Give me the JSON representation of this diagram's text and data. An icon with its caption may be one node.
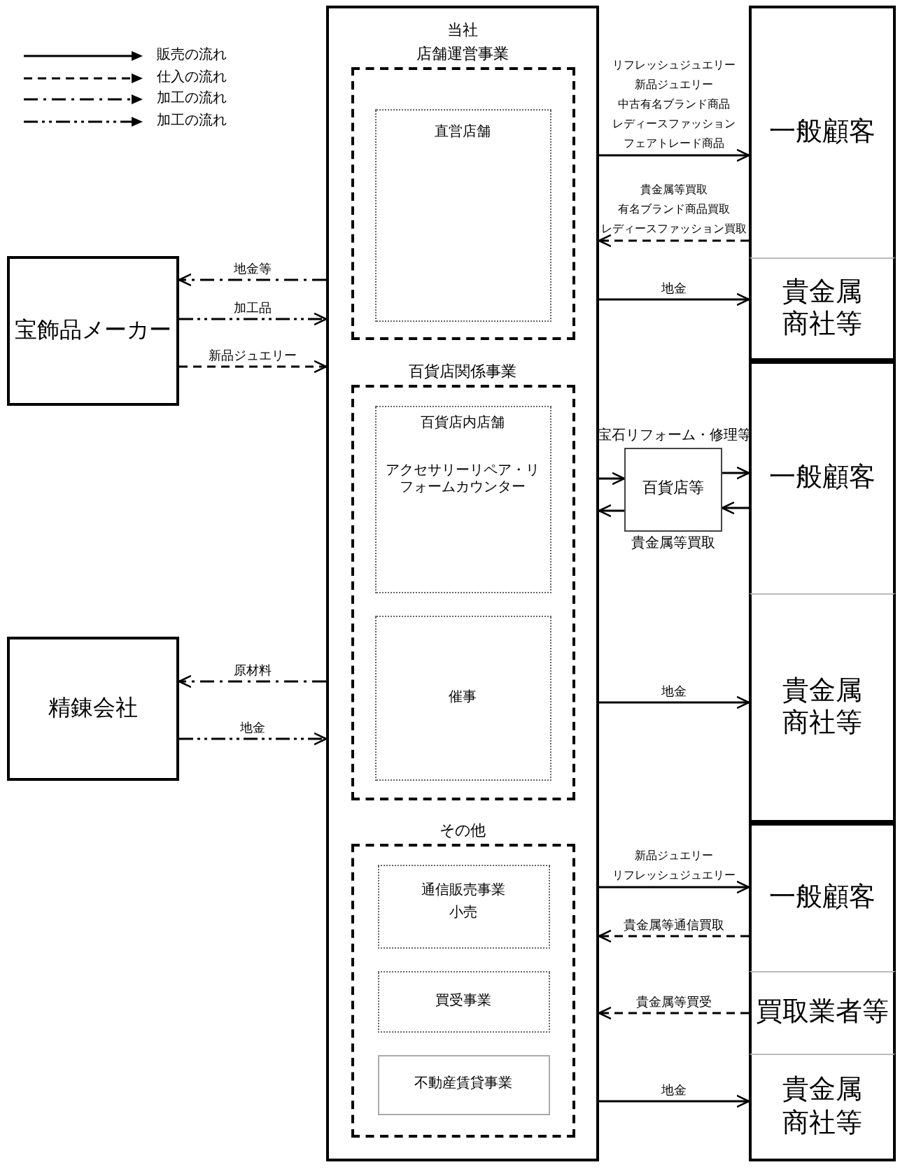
{
  "diagram": {
    "nodes": [
      {
        "text": [
          "当社"
        ]
      },
      {
        "text": [
          "店舗運営事業"
        ],
        "in": 0
      },
      {
        "text": [
          "直営店舗"
        ],
        "in": 1
      },
      {
        "text": [
          "百貨店関係事業"
        ],
        "in": 0
      },
      {
        "text": [
          "百貨店内店舗",
          "アクセサリーリペア・リフォームカウンター"
        ],
        "in": 3
      },
      {
        "text": [
          "催事"
        ],
        "in": 3
      },
      {
        "text": [
          "その他"
        ],
        "in": 0
      },
      {
        "text": [
          "通信販売事業",
          "小売"
        ],
        "in": 6
      },
      {
        "text": [
          "買受事業"
        ],
        "in": 6
      },
      {
        "text": [
          "不動産賃貸事業"
        ],
        "in": 6
      },
      {
        "text": [
          "宝飾品メーカー"
        ]
      },
      {
        "text": [
          "精錬会社"
        ]
      },
      {
        "text": [
          "一般顧客"
        ]
      },
      {
        "text": [
          "貴金属商社等"
        ]
      },
      {
        "text": [
          "百貨店等"
        ],
        "beside": [
          "宝石リフォーム・修理等",
          "貴金属等買取"
        ]
      },
      {
        "text": [
          "一般顧客"
        ]
      },
      {
        "text": [
          "貴金属商社等"
        ]
      },
      {
        "text": [
          "一般顧客"
        ]
      },
      {
        "text": [
          "買取業者等"
        ]
      },
      {
        "text": [
          "貴金属商社等"
        ]
      }
    ],
    "edges": [
      {
        "from": 0,
        "to": 12,
        "arrow": "to",
        "label": "リフレッシュジュエリー新品ジュエリー中古有名ブランド商品レディースファッションフェアトレード商品"
      },
      {
        "from": 12,
        "to": 0,
        "arrow": "to",
        "style": "dashed",
        "label": "貴金属等買取有名ブランド商品買取レディースファッション買取"
      },
      {
        "from": 0,
        "to": 13,
        "arrow": "to",
        "label": "地金"
      },
      {
        "from": 0,
        "to": 10,
        "arrow": "to",
        "style": "dashed",
        "label": "地金等"
      },
      {
        "from": 10,
        "to": 0,
        "arrow": "to",
        "style": "dashed",
        "label": "加工品"
      },
      {
        "from": 10,
        "to": 0,
        "arrow": "to",
        "style": "dashed",
        "label": "新品ジュエリー"
      },
      {
        "from": 0,
        "to": 14,
        "arrow": "to"
      },
      {
        "from": 14,
        "to": 15,
        "arrow": "to"
      },
      {
        "from": 15,
        "to": 14,
        "arrow": "to"
      },
      {
        "from": 14,
        "to": 0,
        "arrow": "to"
      },
      {
        "from": 0,
        "to": 16,
        "arrow": "to",
        "label": "地金"
      },
      {
        "from": 0,
        "to": 11,
        "arrow": "to",
        "style": "dashed",
        "label": "原材料"
      },
      {
        "from": 11,
        "to": 0,
        "arrow": "to",
        "style": "dashed",
        "label": "地金"
      },
      {
        "from": 0,
        "to": 17,
        "arrow": "to",
        "label": "新品ジュエリーリフレッシュジュエリー"
      },
      {
        "from": 17,
        "to": 0,
        "arrow": "to",
        "style": "dashed",
        "label": "貴金属等通信買取"
      },
      {
        "from": 18,
        "to": 0,
        "arrow": "to",
        "style": "dashed",
        "label": "貴金属等買受"
      },
      {
        "from": 0,
        "to": 19,
        "arrow": "to",
        "label": "地金"
      }
    ],
    "legend": [
      {
        "text": "販売の流れ"
      },
      {
        "text": "仕入の流れ"
      },
      {
        "text": "加工の流れ"
      },
      {
        "text": "加工の流れ"
      }
    ]
  }
}
